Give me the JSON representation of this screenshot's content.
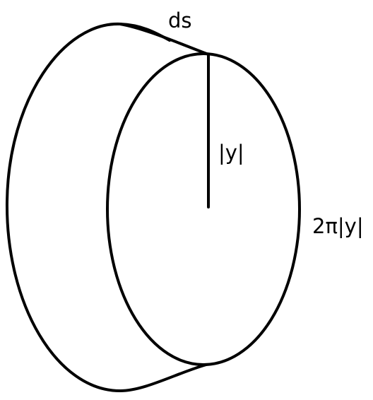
{
  "labels": {
    "arc_length": "ds",
    "radius": "|y|",
    "circumference": "2π|y|"
  },
  "colors": {
    "stroke": "#000000",
    "background": "#ffffff"
  }
}
